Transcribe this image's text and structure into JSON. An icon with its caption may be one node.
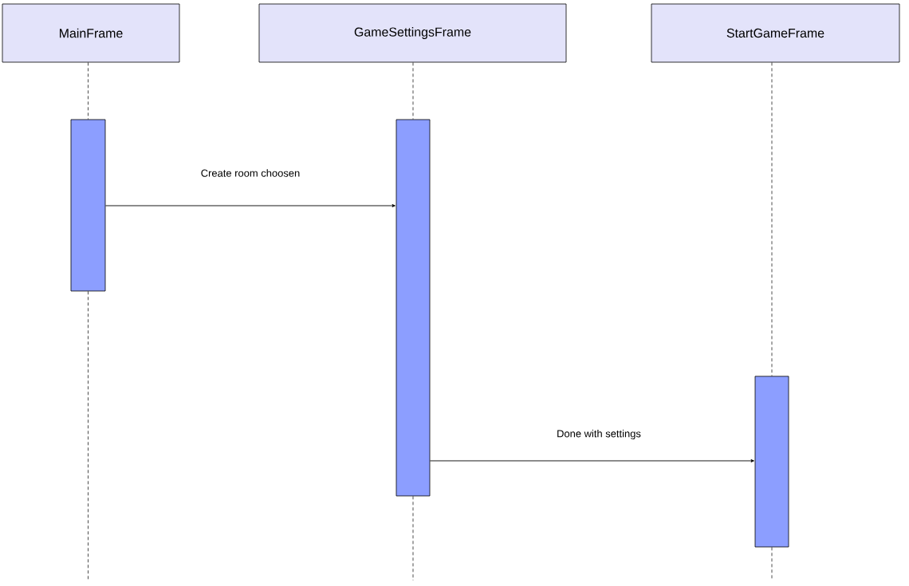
{
  "diagram": {
    "nodes": [
      {
        "text": [
          "MainFrame"
        ]
      },
      {
        "text": [
          "GameSettingsFrame"
        ]
      },
      {
        "text": [
          "StartGameFrame"
        ]
      },
      {
        "text": [],
        "shape": "bar"
      },
      {
        "text": [],
        "shape": "bar"
      },
      {
        "text": [],
        "shape": "bar"
      }
    ],
    "edges": [
      {
        "from": 0,
        "to": 3,
        "arrow": "none",
        "style": "dashed"
      },
      {
        "from": 3,
        "to": null,
        "arrow": "none",
        "style": "dashed"
      },
      {
        "from": 1,
        "to": 4,
        "arrow": "none",
        "style": "dashed"
      },
      {
        "from": 4,
        "to": null,
        "arrow": "none",
        "style": "dashed"
      },
      {
        "from": 2,
        "to": 5,
        "arrow": "none",
        "style": "dashed"
      },
      {
        "from": 5,
        "to": null,
        "arrow": "none",
        "style": "dashed"
      },
      {
        "from": 3,
        "to": 4,
        "arrow": "to",
        "label": "Create room choosen"
      },
      {
        "from": 4,
        "to": 5,
        "arrow": "to",
        "label": "Done with settings"
      }
    ]
  }
}
